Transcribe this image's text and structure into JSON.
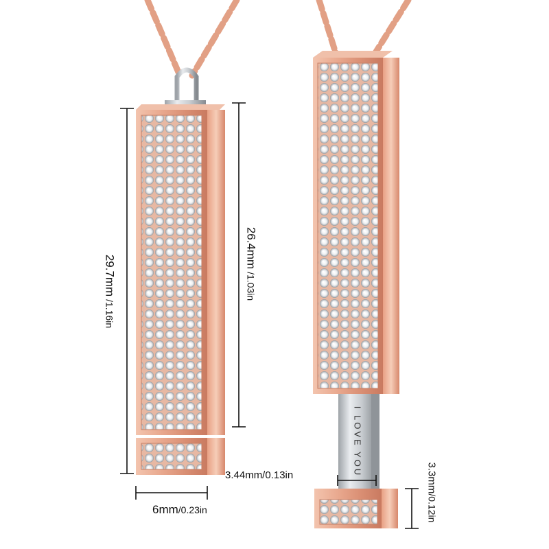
{
  "image": {
    "subject": "rose gold crystal bar pendant necklace",
    "metal_color": "#e4a48a",
    "inner_tube_color": "#bfc3c8"
  },
  "dimensions": {
    "total_length": {
      "value": "29.7mm",
      "unit_alt": " /1.16in"
    },
    "bar_length": {
      "value": "26.4mm",
      "unit_alt": " /1.03in"
    },
    "width": {
      "value": "6mm",
      "unit_alt": "/0.23in"
    },
    "tube_width": {
      "value": "3.44mm/0.13in"
    },
    "cap_height": {
      "value": "3.3mm",
      "unit_alt": "/0.12in"
    }
  },
  "engraving": "I LOVE YOU"
}
